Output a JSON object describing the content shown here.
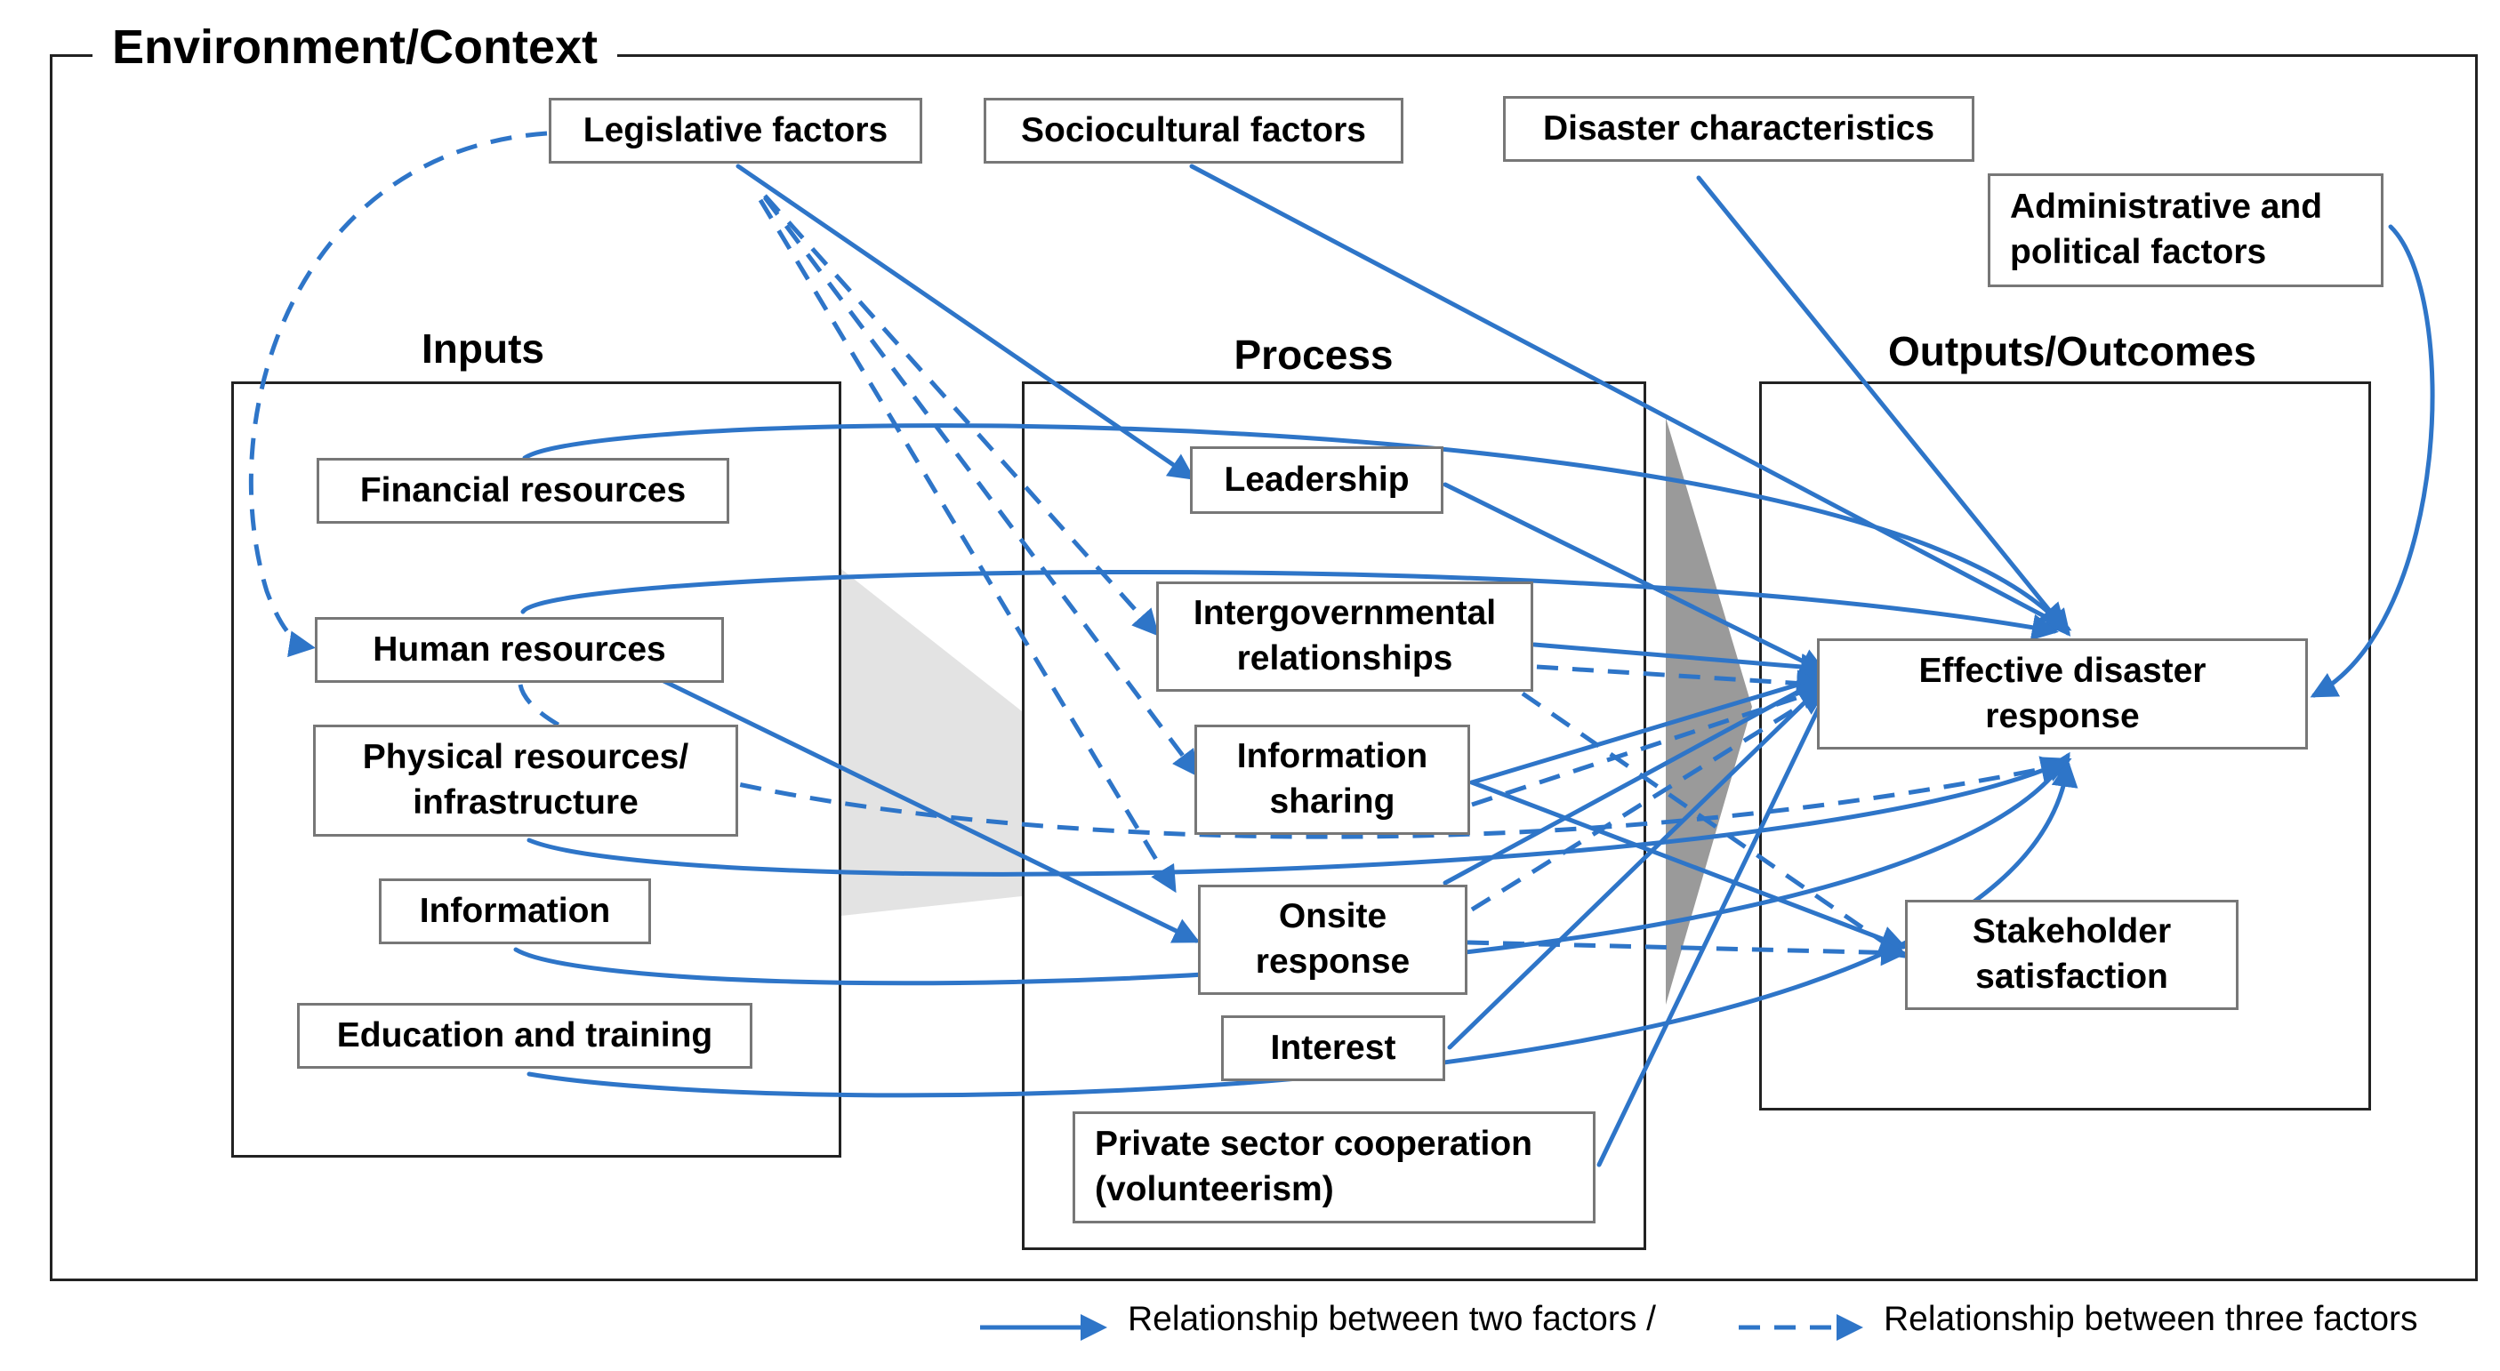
{
  "environment": {
    "title": "Environment/Context"
  },
  "groups": {
    "inputs": "Inputs",
    "process": "Process",
    "outputs": "Outputs/Outcomes"
  },
  "context_factors": {
    "legislative": "Legislative factors",
    "sociocultural": "Sociocultural factors",
    "disaster": "Disaster characteristics",
    "administrative": "Administrative and\npolitical factors"
  },
  "inputs": {
    "financial": "Financial resources",
    "human": "Human resources",
    "physical": "Physical resources/\ninfrastructure",
    "information": "Information",
    "education": "Education and training"
  },
  "process": {
    "leadership": "Leadership",
    "intergovernmental": "Intergovernmental\nrelationships",
    "info_sharing": "Information\nsharing",
    "onsite": "Onsite\nresponse",
    "interest": "Interest",
    "private": "Private sector cooperation\n(volunteerism)"
  },
  "outputs": {
    "effective": "Effective disaster\nresponse",
    "stakeholder": "Stakeholder\nsatisfaction"
  },
  "legend": {
    "solid": "Relationship between two factors /",
    "dashed": "Relationship between three factors"
  },
  "colors": {
    "arrow": "#2E75C8",
    "wedge": "#9a9a9a",
    "funnel": "#e3e3e3",
    "border": "#777777"
  }
}
